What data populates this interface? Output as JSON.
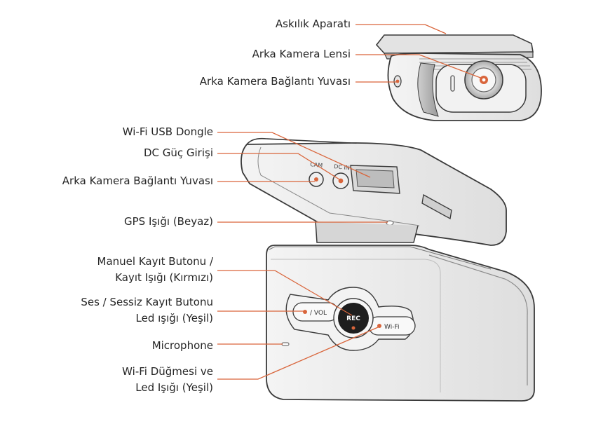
{
  "labels": {
    "hanger": "Askılık Aparatı",
    "rear_lens": "Arka Kamera Lensi",
    "rear_port_top": "Arka Kamera Bağlantı Yuvası",
    "wifi_dongle": "Wi-Fi USB Dongle",
    "dc_input": "DC Güç Girişi",
    "rear_port_main": "Arka Kamera Bağlantı Yuvası",
    "gps_light": "GPS Işığı (Beyaz)",
    "rec_button_l1": "Manuel Kayıt Butonu /",
    "rec_button_l2": "Kayıt Işığı (Kırmızı)",
    "vol_button_l1": "Ses / Sessiz Kayıt Butonu",
    "vol_button_l2": "Led ışığı  (Yeşil)",
    "microphone": "Microphone",
    "wifi_button_l1": "Wi-Fi Düğmesi ve",
    "wifi_button_l2": "Led Işığı (Yeşil)"
  },
  "device_markings": {
    "cam": "CAM",
    "dc_in": "DC IN",
    "rec": "REC",
    "vol": "/ VOL",
    "wifi": "Wi-Fi"
  },
  "colors": {
    "leader": "#d9653b",
    "outline": "#3a3a3a",
    "text": "#262626"
  }
}
